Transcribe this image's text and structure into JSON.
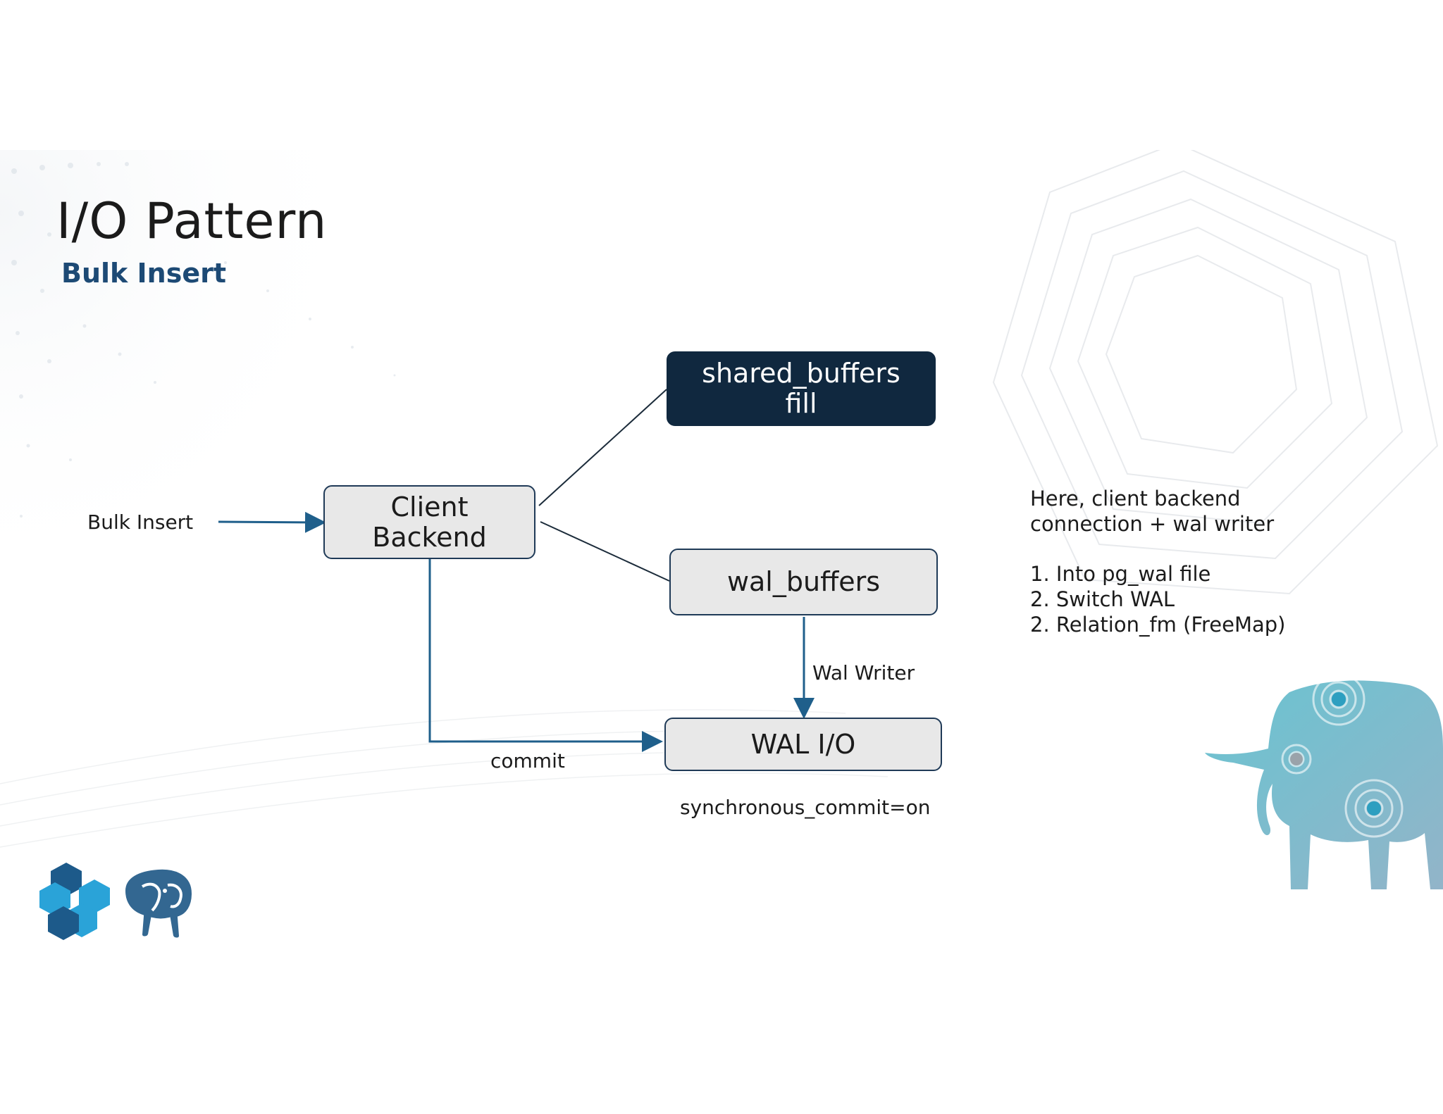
{
  "slide": {
    "title": "I/O Pattern",
    "subtitle": "Bulk Insert"
  },
  "diagram": {
    "input_label": "Bulk Insert",
    "client_backend": {
      "line1": "Client",
      "line2": "Backend"
    },
    "shared_buffers": {
      "line1": "shared_buffers",
      "line2": "fill"
    },
    "wal_buffers": "wal_buffers",
    "wal_io": "WAL I/O",
    "wal_writer_label": "Wal Writer",
    "commit_label": "commit",
    "sync_commit_label": "synchronous_commit=on"
  },
  "notes": {
    "intro_line1": "Here,  client backend",
    "intro_line2": "connection + wal writer",
    "items": [
      "1. Into pg_wal file",
      "2. Switch WAL",
      "2. Relation_fm (FreeMap)"
    ]
  },
  "colors": {
    "accent_blue": "#1d4a75",
    "dark_box": "#10283f",
    "arrow": "#1f5f8b",
    "box_fill": "#e8e8e8"
  }
}
